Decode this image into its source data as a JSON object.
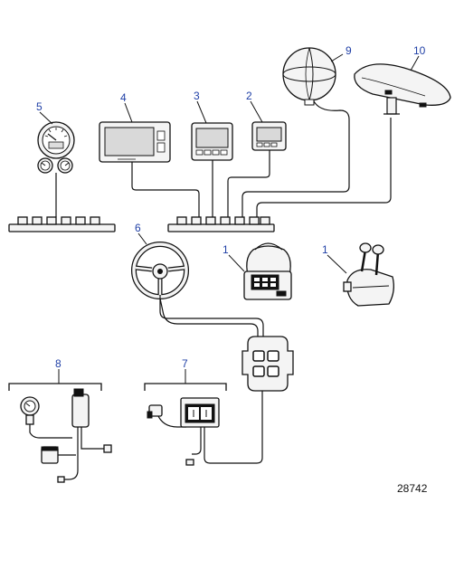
{
  "callouts": {
    "c1a": "1",
    "c1b": "1",
    "c2": "2",
    "c3": "3",
    "c4": "4",
    "c5": "5",
    "c6": "6",
    "c7": "7",
    "c8": "8",
    "c9": "9",
    "c10": "10"
  },
  "reference_number": "28742"
}
